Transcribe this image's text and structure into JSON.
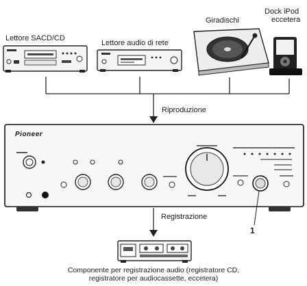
{
  "sources": {
    "sacd_label": "Lettore SACD/CD",
    "network_label": "Lettore audio di rete",
    "turntable_label": "Giradischi",
    "dock_label_line1": "Dock iPod",
    "dock_label_line2": "eccetera"
  },
  "flows": {
    "playback_label": "Riproduzione",
    "recording_label": "Registrazione"
  },
  "amplifier": {
    "brand": "Pioneer",
    "callout_number": "1"
  },
  "recorder": {
    "caption_line1": "Componente per registrazione audio (registratore CD,",
    "caption_line2": "registratore per audiocassette, eccetera)"
  }
}
